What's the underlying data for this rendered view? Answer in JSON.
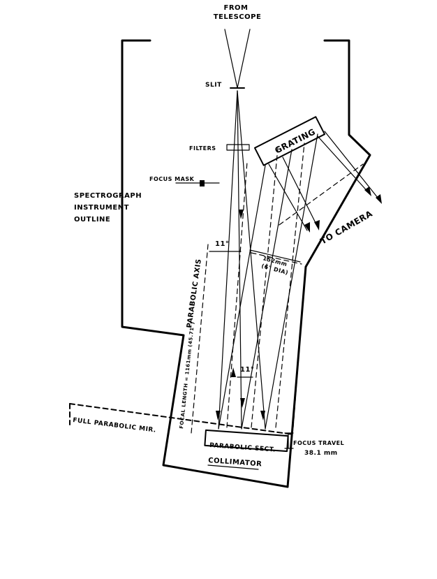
{
  "labels": {
    "from_telescope_line1": "FROM",
    "from_telescope_line2": "TELESCOPE",
    "slit": "SLIT",
    "filters": "FILTERS",
    "grating": "GRATING",
    "focus_mask": "FOCUS MASK",
    "instrument_line1": "SPECTROGRAPH",
    "instrument_line2": "INSTRUMENT",
    "instrument_line3": "OUTLINE",
    "to_camera": "TO CAMERA",
    "angle_upper": "11°",
    "angle_lower": "11°",
    "beam_diameter_line1": "152mm",
    "beam_diameter_line2": "(6\" DIA)",
    "parabolic_axis": "PARABOLIC AXIS",
    "focal_length": "FOCAL LENGTH = 1161mm (45.71\")",
    "full_parabolic_mir": "FULL PARABOLIC MIR.",
    "parabolic_sect": "PARABOLIC SECT.",
    "focus_travel": "FOCUS TRAVEL",
    "focus_travel_value": "38.1 mm",
    "collimator": "COLLIMATOR"
  }
}
